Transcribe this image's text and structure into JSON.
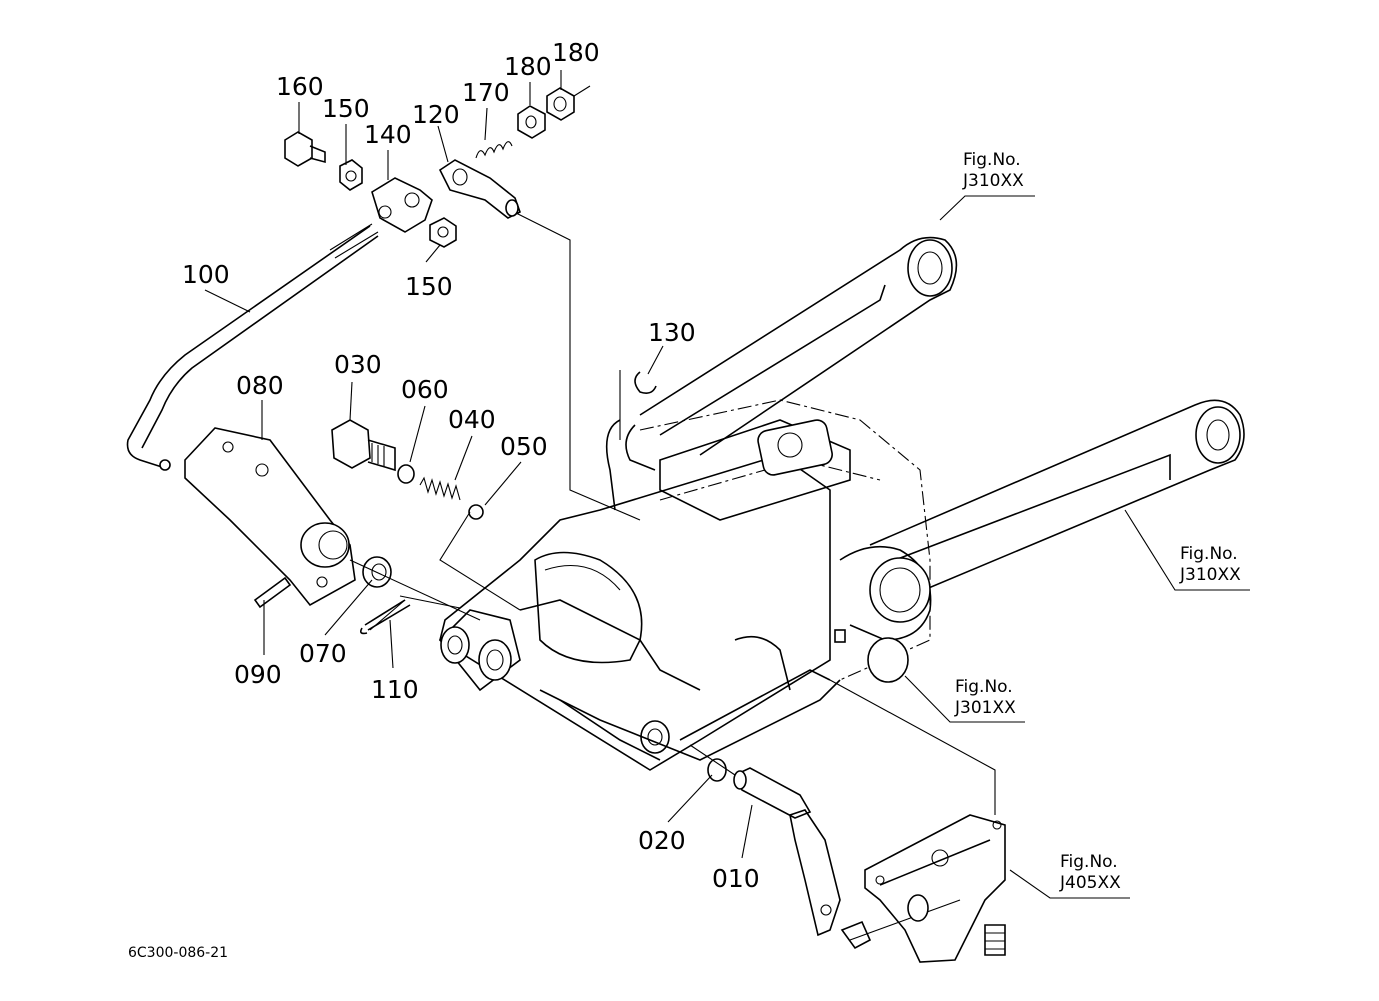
{
  "diagram": {
    "parts": {
      "p160": "160",
      "p150a": "150",
      "p140": "140",
      "p120": "120",
      "p170": "170",
      "p180a": "180",
      "p180b": "180",
      "p150b": "150",
      "p100": "100",
      "p130": "130",
      "p080": "080",
      "p030": "030",
      "p060": "060",
      "p040": "040",
      "p050": "050",
      "p090": "090",
      "p070": "070",
      "p110": "110",
      "p020": "020",
      "p010": "010"
    },
    "figure_refs": {
      "f1": {
        "label": "Fig.No.",
        "code": "J310XX"
      },
      "f2": {
        "label": "Fig.No.",
        "code": "J310XX"
      },
      "f3": {
        "label": "Fig.No.",
        "code": "J301XX"
      },
      "f4": {
        "label": "Fig.No.",
        "code": "J405XX"
      }
    },
    "drawing_code": "6C300-086-21"
  }
}
